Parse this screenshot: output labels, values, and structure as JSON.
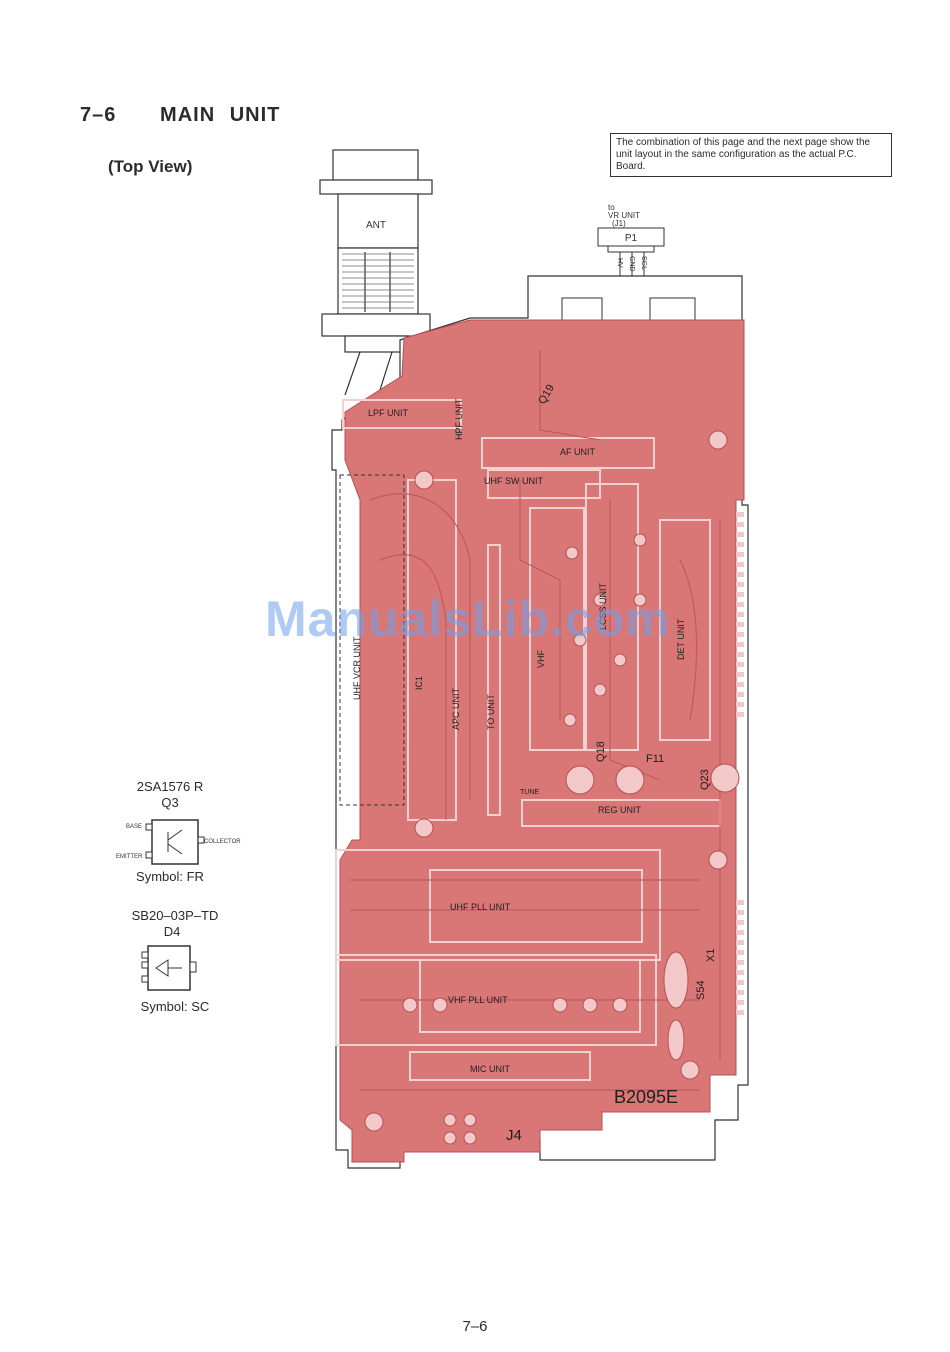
{
  "header": {
    "title": "7–6   MAIN UNIT",
    "subtitle": "(Top View)",
    "note": "The combination of this page and the next page show the unit layout in the same configuration as the actual P.C. Board."
  },
  "connector": {
    "to_line1": "to",
    "to_line2": "VR UNIT",
    "to_line3": "(J1)",
    "name": "P1",
    "pins": [
      "HV",
      "GND",
      "SGL"
    ]
  },
  "antenna": {
    "label": "ANT"
  },
  "board": {
    "units": [
      "LPF UNIT",
      "HPF UNIT",
      "UHF SW UNIT",
      "AF UNIT",
      "UHF VCR UNIT",
      "IC1",
      "APC UNIT",
      "TO UNIT",
      "VHF",
      "LCSS UNIT",
      "DET UNIT",
      "REG UNIT",
      "UHF PLL UNIT",
      "VHF PLL UNIT",
      "MIC UNIT"
    ],
    "labels": [
      "Q19",
      "Q18",
      "F11",
      "Q23",
      "X1",
      "S54",
      "TUNE",
      "J4"
    ],
    "board_code": "B2095E"
  },
  "components": [
    {
      "part": "2SA1576 R",
      "ref": "Q3",
      "pins": [
        "BASE",
        "EMITTER",
        "COLLECTOR"
      ],
      "symbol": "Symbol: FR"
    },
    {
      "part": "SB20–03P–TD",
      "ref": "D4",
      "symbol": "Symbol: SC"
    }
  ],
  "watermark": "ManualsLib.com",
  "page_number": "7–6",
  "colors": {
    "copper": "#d97676",
    "copper_dark": "#b84e55",
    "pad": "#f2c8c8",
    "outline": "#333333",
    "watermark": "#6ea0eb"
  }
}
